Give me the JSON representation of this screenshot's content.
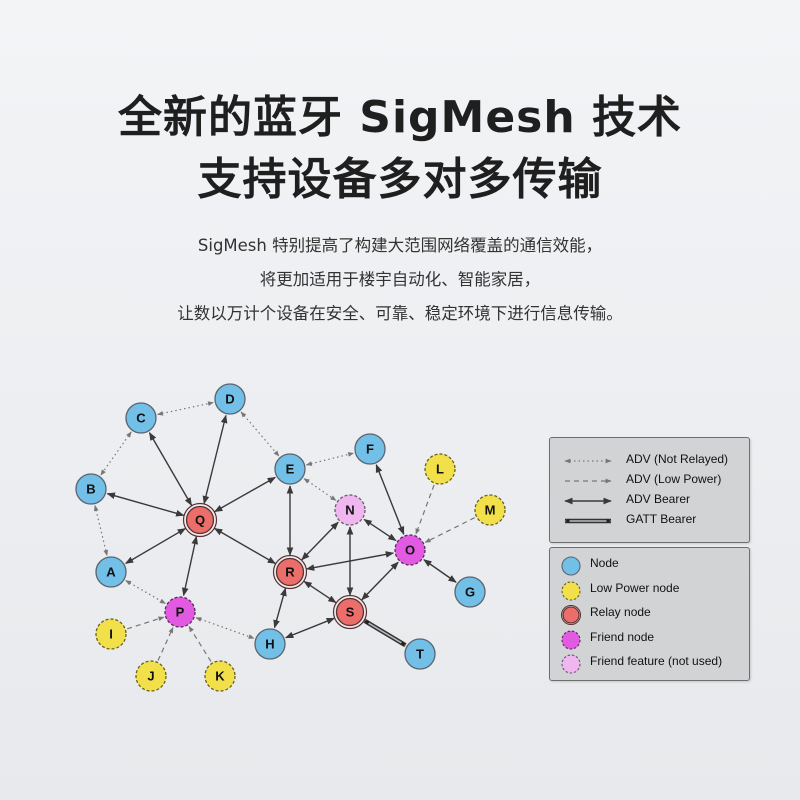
{
  "header": {
    "title_line1": "全新的蓝牙 SigMesh 技术",
    "title_line2": "支持设备多对多传输"
  },
  "description": {
    "line1": "SigMesh 特别提高了构建大范围网络覆盖的通信效能，",
    "line2": "将更加适用于楼宇自动化、智能家居，",
    "line3": "让数以万计个设备在安全、可靠、稳定环境下进行信息传输。"
  },
  "colors": {
    "node": "#72bfe8",
    "low_power": "#f2e04a",
    "relay": "#ec6e6a",
    "friend": "#e25ae2",
    "friend_feature": "#f0b6f0",
    "edge": "#3a3a3a"
  },
  "diagram": {
    "nodes": [
      {
        "id": "C",
        "type": "node"
      },
      {
        "id": "D",
        "type": "node"
      },
      {
        "id": "B",
        "type": "node"
      },
      {
        "id": "E",
        "type": "node"
      },
      {
        "id": "F",
        "type": "node"
      },
      {
        "id": "L",
        "type": "low_power"
      },
      {
        "id": "M",
        "type": "low_power"
      },
      {
        "id": "Q",
        "type": "relay"
      },
      {
        "id": "N",
        "type": "friend_feature"
      },
      {
        "id": "O",
        "type": "friend"
      },
      {
        "id": "A",
        "type": "node"
      },
      {
        "id": "R",
        "type": "relay"
      },
      {
        "id": "G",
        "type": "node"
      },
      {
        "id": "P",
        "type": "friend"
      },
      {
        "id": "S",
        "type": "relay"
      },
      {
        "id": "I",
        "type": "low_power"
      },
      {
        "id": "H",
        "type": "node"
      },
      {
        "id": "T",
        "type": "node"
      },
      {
        "id": "J",
        "type": "low_power"
      },
      {
        "id": "K",
        "type": "low_power"
      }
    ],
    "edges": [
      {
        "from": "C",
        "to": "D",
        "kind": "adv_not_relayed"
      },
      {
        "from": "C",
        "to": "B",
        "kind": "adv_not_relayed"
      },
      {
        "from": "B",
        "to": "A",
        "kind": "adv_not_relayed"
      },
      {
        "from": "A",
        "to": "P",
        "kind": "adv_not_relayed"
      },
      {
        "from": "P",
        "to": "H",
        "kind": "adv_not_relayed"
      },
      {
        "from": "D",
        "to": "E",
        "kind": "adv_not_relayed"
      },
      {
        "from": "E",
        "to": "F",
        "kind": "adv_not_relayed"
      },
      {
        "from": "E",
        "to": "N",
        "kind": "adv_not_relayed"
      },
      {
        "from": "L",
        "to": "O",
        "kind": "adv_low_power"
      },
      {
        "from": "M",
        "to": "O",
        "kind": "adv_low_power"
      },
      {
        "from": "I",
        "to": "P",
        "kind": "adv_low_power"
      },
      {
        "from": "J",
        "to": "P",
        "kind": "adv_low_power"
      },
      {
        "from": "K",
        "to": "P",
        "kind": "adv_low_power"
      },
      {
        "from": "Q",
        "to": "C",
        "kind": "adv_bearer"
      },
      {
        "from": "Q",
        "to": "D",
        "kind": "adv_bearer"
      },
      {
        "from": "Q",
        "to": "B",
        "kind": "adv_bearer"
      },
      {
        "from": "Q",
        "to": "E",
        "kind": "adv_bearer"
      },
      {
        "from": "Q",
        "to": "A",
        "kind": "adv_bearer"
      },
      {
        "from": "Q",
        "to": "P",
        "kind": "adv_bearer"
      },
      {
        "from": "Q",
        "to": "R",
        "kind": "adv_bearer"
      },
      {
        "from": "E",
        "to": "R",
        "kind": "adv_bearer"
      },
      {
        "from": "R",
        "to": "N",
        "kind": "adv_bearer"
      },
      {
        "from": "R",
        "to": "O",
        "kind": "adv_bearer"
      },
      {
        "from": "R",
        "to": "S",
        "kind": "adv_bearer"
      },
      {
        "from": "R",
        "to": "H",
        "kind": "adv_bearer"
      },
      {
        "from": "S",
        "to": "N",
        "kind": "adv_bearer"
      },
      {
        "from": "S",
        "to": "O",
        "kind": "adv_bearer"
      },
      {
        "from": "S",
        "to": "H",
        "kind": "adv_bearer"
      },
      {
        "from": "O",
        "to": "N",
        "kind": "adv_bearer"
      },
      {
        "from": "O",
        "to": "F",
        "kind": "adv_bearer"
      },
      {
        "from": "O",
        "to": "G",
        "kind": "adv_bearer"
      },
      {
        "from": "S",
        "to": "T",
        "kind": "gatt_bearer"
      }
    ]
  },
  "legend_edges": [
    {
      "kind": "adv_not_relayed",
      "label": "ADV (Not Relayed)"
    },
    {
      "kind": "adv_low_power",
      "label": "ADV (Low Power)"
    },
    {
      "kind": "adv_bearer",
      "label": "ADV Bearer"
    },
    {
      "kind": "gatt_bearer",
      "label": "GATT Bearer"
    }
  ],
  "legend_nodes": [
    {
      "type": "node",
      "label": "Node"
    },
    {
      "type": "low_power",
      "label": "Low Power node"
    },
    {
      "type": "relay",
      "label": "Relay node"
    },
    {
      "type": "friend",
      "label": "Friend node"
    },
    {
      "type": "friend_feature",
      "label": "Friend feature (not used)"
    }
  ]
}
